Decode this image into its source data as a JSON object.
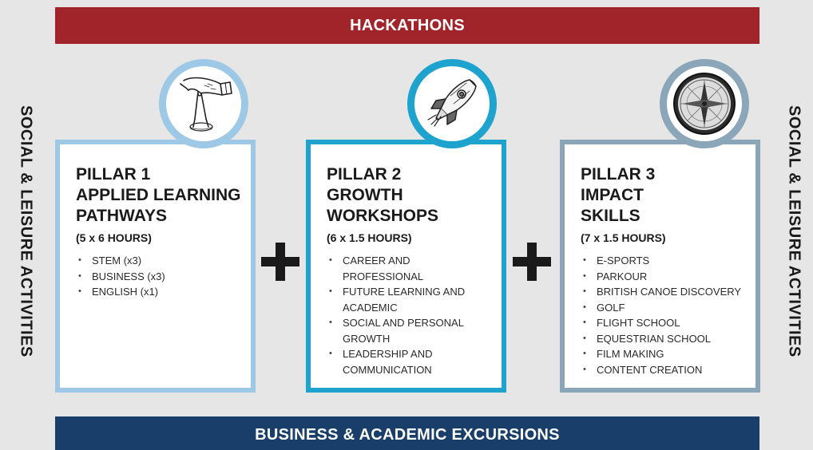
{
  "colors": {
    "background": "#e6e6e6",
    "hackathons_bar": "#a1242b",
    "excursions_bar": "#183e69",
    "pillar1_accent": "#9ec9e6",
    "pillar2_accent": "#1ea3cf",
    "pillar3_accent": "#8aa6b8"
  },
  "top_banner": "HACKATHONS",
  "bottom_banner": "BUSINESS & ACADEMIC EXCURSIONS",
  "side_label_left": "SOCIAL & LEISURE ACTIVITIES",
  "side_label_right": "SOCIAL & LEISURE ACTIVITIES",
  "connector_symbol": "plus-icon",
  "pillars": [
    {
      "icon": "hand-drawing-compass-icon",
      "title_lines": [
        "PILLAR 1",
        "APPLIED LEARNING",
        "PATHWAYS"
      ],
      "hours": "(5 x 6 HOURS)",
      "items": [
        "STEM (x3)",
        "BUSINESS (x3)",
        "ENGLISH (x1)"
      ]
    },
    {
      "icon": "rocket-icon",
      "title_lines": [
        "PILLAR 2",
        "GROWTH",
        "WORKSHOPS"
      ],
      "hours": "(6 x 1.5 HOURS)",
      "items": [
        "CAREER AND PROFESSIONAL",
        "FUTURE LEARNING AND ACADEMIC",
        "SOCIAL AND PERSONAL GROWTH",
        "LEADERSHIP AND COMMUNICATION"
      ]
    },
    {
      "icon": "navigation-compass-icon",
      "title_lines": [
        "PILLAR 3",
        "IMPACT",
        "SKILLS"
      ],
      "hours": "(7 x 1.5 HOURS)",
      "items": [
        "E-SPORTS",
        "PARKOUR",
        "BRITISH CANOE DISCOVERY",
        "GOLF",
        "FLIGHT SCHOOL",
        "EQUESTRIAN SCHOOL",
        "FILM MAKING",
        "CONTENT CREATION"
      ]
    }
  ]
}
